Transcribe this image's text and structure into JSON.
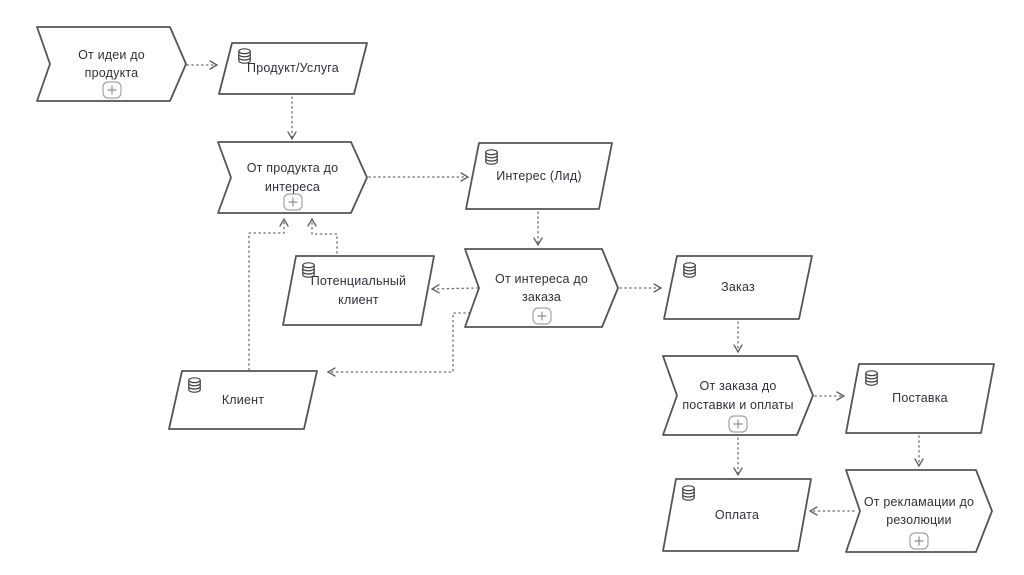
{
  "colors": {
    "background": "#ffffff",
    "shape_stroke": "#545454",
    "text": "#30303a",
    "connector": "#6a6a6a",
    "plus_marker_stroke": "#a3a3a3"
  },
  "nodes": [
    {
      "id": "idea-to-product",
      "kind": "process",
      "label": "От идеи до\nпродукта",
      "icons": [
        "plus-icon"
      ]
    },
    {
      "id": "product-service",
      "kind": "data-object",
      "label": "Продукт/Услуга",
      "icons": [
        "database-icon"
      ]
    },
    {
      "id": "product-to-interest",
      "kind": "process",
      "label": "От продукта до\nинтереса",
      "icons": [
        "plus-icon"
      ]
    },
    {
      "id": "interest-lead",
      "kind": "data-object",
      "label": "Интерес (Лид)",
      "icons": [
        "database-icon"
      ]
    },
    {
      "id": "potential-client",
      "kind": "data-object",
      "label": "Потенциальный\nклиент",
      "icons": [
        "database-icon"
      ]
    },
    {
      "id": "interest-to-order",
      "kind": "process",
      "label": "От интереса до\nзаказа",
      "icons": [
        "plus-icon"
      ]
    },
    {
      "id": "order",
      "kind": "data-object",
      "label": "Заказ",
      "icons": [
        "database-icon"
      ]
    },
    {
      "id": "client",
      "kind": "data-object",
      "label": "Клиент",
      "icons": [
        "database-icon"
      ]
    },
    {
      "id": "order-to-delivery",
      "kind": "process",
      "label": "От заказа до\nпоставки и оплаты",
      "icons": [
        "plus-icon"
      ]
    },
    {
      "id": "delivery",
      "kind": "data-object",
      "label": "Поставка",
      "icons": [
        "database-icon"
      ]
    },
    {
      "id": "payment",
      "kind": "data-object",
      "label": "Оплата",
      "icons": [
        "database-icon"
      ]
    },
    {
      "id": "complaint-to-resolution",
      "kind": "process",
      "label": "От рекламации до\nрезолюции",
      "icons": [
        "plus-icon"
      ]
    }
  ],
  "edges": [
    {
      "from": "idea-to-product",
      "to": "product-service"
    },
    {
      "from": "product-service",
      "to": "product-to-interest"
    },
    {
      "from": "product-to-interest",
      "to": "interest-lead"
    },
    {
      "from": "interest-lead",
      "to": "interest-to-order"
    },
    {
      "from": "interest-to-order",
      "to": "potential-client"
    },
    {
      "from": "interest-to-order",
      "to": "order"
    },
    {
      "from": "interest-to-order",
      "to": "client"
    },
    {
      "from": "client",
      "to": "product-to-interest"
    },
    {
      "from": "potential-client",
      "to": "product-to-interest"
    },
    {
      "from": "order",
      "to": "order-to-delivery"
    },
    {
      "from": "order-to-delivery",
      "to": "delivery"
    },
    {
      "from": "order-to-delivery",
      "to": "payment"
    },
    {
      "from": "delivery",
      "to": "complaint-to-resolution"
    },
    {
      "from": "complaint-to-resolution",
      "to": "payment"
    }
  ]
}
